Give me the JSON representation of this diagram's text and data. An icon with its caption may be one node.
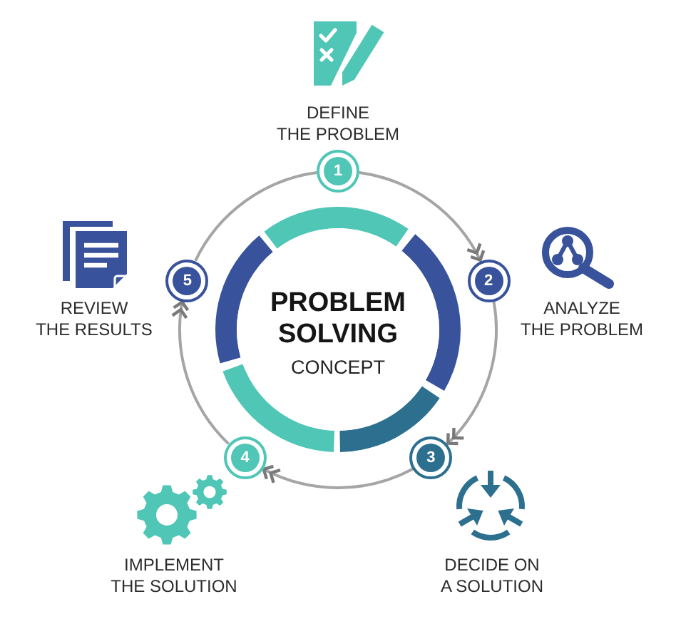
{
  "diagram": {
    "nodes": [
      {
        "text": [
          "PROBLEM SOLVING",
          "CONCEPT"
        ]
      },
      {
        "text": [
          "1"
        ],
        "beside": [
          "DEFINE THE PROBLEM"
        ]
      },
      {
        "text": [
          "2"
        ],
        "beside": [
          "ANALYZE THE PROBLEM"
        ]
      },
      {
        "text": [
          "3"
        ]
      },
      {
        "text": [
          "4"
        ]
      },
      {
        "text": [
          "5"
        ],
        "beside": [
          "REVIEW THE RESULTS"
        ]
      }
    ],
    "edges": [
      {
        "from": 1,
        "to": 2,
        "arrow": "to"
      },
      {
        "from": 2,
        "to": 3,
        "arrow": "to"
      },
      {
        "from": 3,
        "to": 4,
        "arrow": "to"
      },
      {
        "from": 4,
        "to": 5,
        "arrow": "to"
      },
      {
        "from": 5,
        "to": 1,
        "arrow": "none"
      }
    ],
    "labels": [
      "IMPLEMENT THE SOLUTION",
      "DECIDE ON A SOLUTION"
    ]
  }
}
